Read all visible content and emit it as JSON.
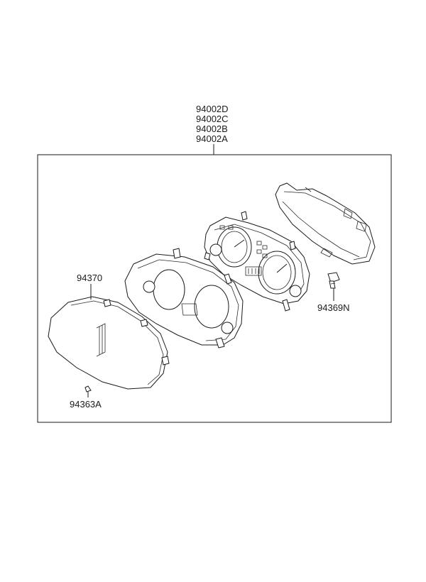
{
  "diagram": {
    "assembly_numbers": [
      "94002D",
      "94002C",
      "94002B",
      "94002A"
    ],
    "parts": {
      "lens": "94370",
      "screw": "94369N",
      "clip": "94363A"
    }
  }
}
